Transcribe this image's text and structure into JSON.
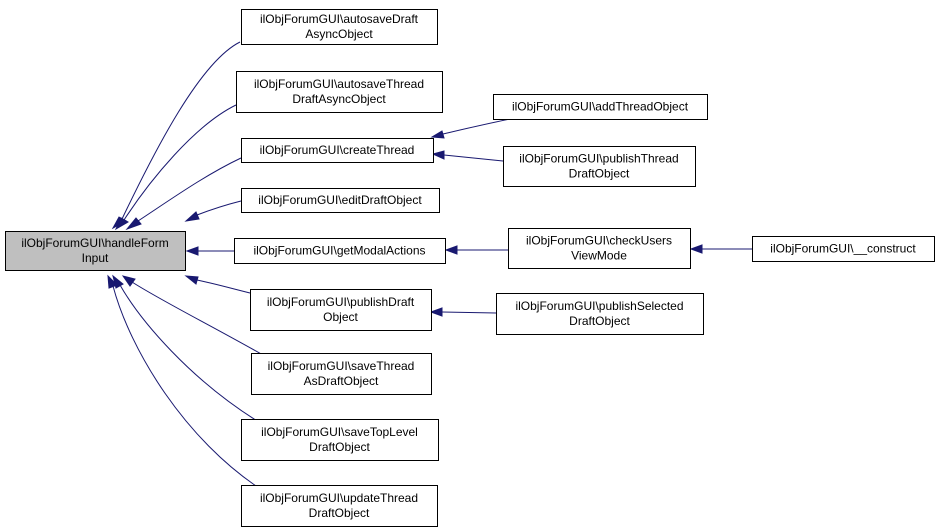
{
  "diagram": {
    "nodes": {
      "root": [
        "ilObjForumGUI\\handleForm",
        "Input"
      ],
      "autosaveDraft": [
        "ilObjForumGUI\\autosaveDraft",
        "AsyncObject"
      ],
      "autosaveThread": [
        "ilObjForumGUI\\autosaveThread",
        "DraftAsyncObject"
      ],
      "createThread": [
        "ilObjForumGUI\\createThread"
      ],
      "editDraft": [
        "ilObjForumGUI\\editDraftObject"
      ],
      "getModalActions": [
        "ilObjForumGUI\\getModalActions"
      ],
      "publishDraft": [
        "ilObjForumGUI\\publishDraft",
        "Object"
      ],
      "saveThreadAsDraft": [
        "ilObjForumGUI\\saveThread",
        "AsDraftObject"
      ],
      "saveTopLevel": [
        "ilObjForumGUI\\saveTopLevel",
        "DraftObject"
      ],
      "updateThread": [
        "ilObjForumGUI\\updateThread",
        "DraftObject"
      ],
      "addThread": [
        "ilObjForumGUI\\addThreadObject"
      ],
      "publishThread": [
        "ilObjForumGUI\\publishThread",
        "DraftObject"
      ],
      "checkUsers": [
        "ilObjForumGUI\\checkUsers",
        "ViewMode"
      ],
      "publishSelected": [
        "ilObjForumGUI\\publishSelected",
        "DraftObject"
      ],
      "construct": [
        "ilObjForumGUI\\__construct"
      ]
    }
  }
}
